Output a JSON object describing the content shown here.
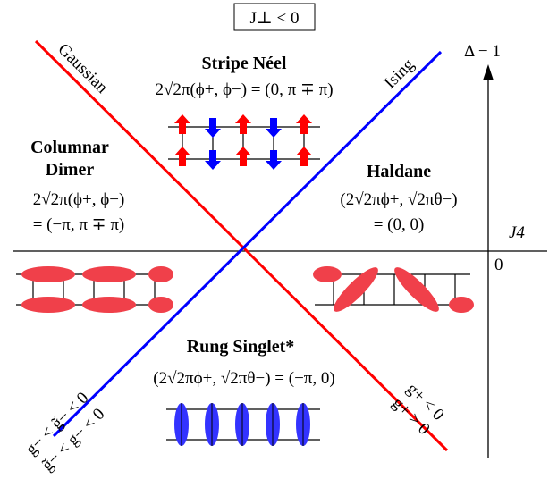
{
  "title_box": "J⊥ < 0",
  "axes": {
    "vertical_label": "Δ − 1",
    "horizontal_label": "J4",
    "origin_label": "0"
  },
  "lines": {
    "gaussian": {
      "label": "Gaussian",
      "color": "#ff0000"
    },
    "ising": {
      "label": "Ising",
      "color": "#0000ff"
    }
  },
  "regions": {
    "stripe_neel": {
      "name": "Stripe Néel",
      "formula": "2√2π(ϕ+, ϕ−) = (0, π ∓ π)"
    },
    "columnar_dimer": {
      "name_line1": "Columnar",
      "name_line2": "Dimer",
      "formula_line1": "2√2π(ϕ+, ϕ−)",
      "formula_line2": "= (−π, π ∓ π)"
    },
    "haldane": {
      "name": "Haldane",
      "formula_line1": "(2√2πϕ+, √2πθ−)",
      "formula_line2": "= (0, 0)"
    },
    "rung_singlet": {
      "name": "Rung Singlet*",
      "formula": "(2√2πϕ+, √2πθ−) = (−π, 0)"
    }
  },
  "conditions": {
    "blue_1": "g− < g̃− < 0",
    "blue_2": "g̃− < g− < 0",
    "red_1": "g+ < 0",
    "red_2": "g+ > 0"
  },
  "colors": {
    "red": "#ff0000",
    "blue": "#0000ff",
    "ellipse_red": "#f0404a",
    "ellipse_blue": "#3333ff"
  }
}
